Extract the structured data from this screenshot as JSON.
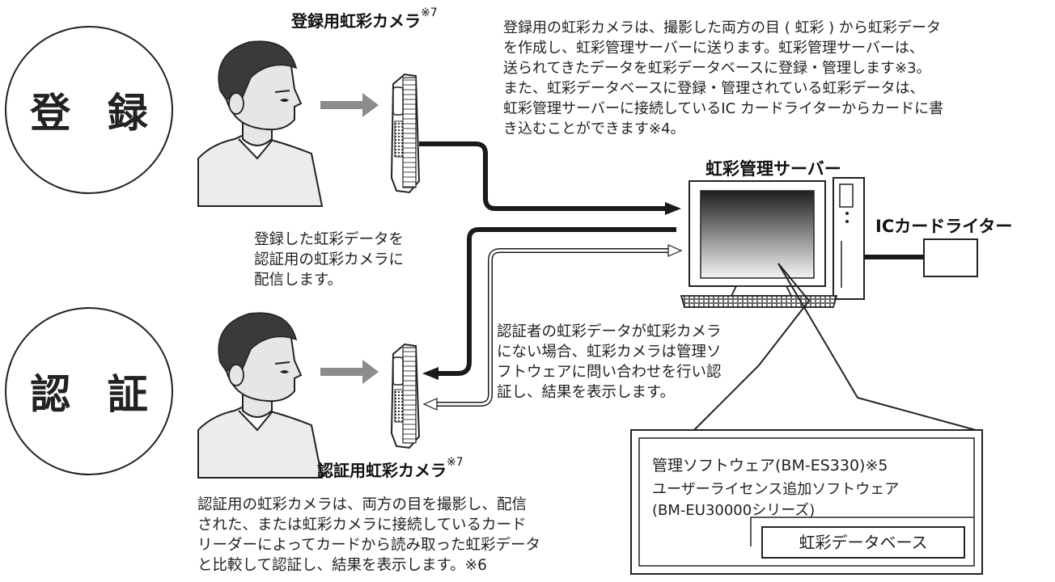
{
  "registration": {
    "circle_label": "登 録",
    "camera_title": "登録用虹彩カメラ",
    "camera_note": "※7",
    "description_lines": [
      "登録用の虹彩カメラは、撮影した両方の目 ( 虹彩 ) から虹彩データ",
      "を作成し、虹彩管理サーバーに送ります。虹彩管理サーバーは、",
      "送られてきたデータを虹彩データベースに登録・管理します※3。",
      "また、虹彩データベースに登録・管理されている虹彩データは、",
      "虹彩管理サーバーに接続しているIC カードライターからカードに書",
      "き込むことができます※4。"
    ]
  },
  "server": {
    "title": "虹彩管理サーバー"
  },
  "card_writer": {
    "title": "ICカードライター"
  },
  "distribution_note_lines": [
    "登録した虹彩データを",
    "認証用の虹彩カメラに",
    "配信します。"
  ],
  "inquiry_note_lines": [
    "認証者の虹彩データが虹彩カメラ",
    "にない場合、虹彩カメラは管理ソ",
    "フトウェアに問い合わせを行い認",
    "証し、結果を表示します。"
  ],
  "authentication": {
    "circle_label": "認 証",
    "camera_title": "認証用虹彩カメラ",
    "camera_note": "※7",
    "description_lines": [
      "認証用の虹彩カメラは、両方の目を撮影し、配信",
      "された、または虹彩カメラに接続しているカード",
      "リーダーによってカードから読み取った虹彩データ",
      "と比較して認証し、結果を表示します。※6"
    ]
  },
  "software_box": {
    "line1": "管理ソフトウェア(BM-ES330)※5",
    "line2": "ユーザーライセンス追加ソフトウェア",
    "line3": "(BM-EU30000シリーズ)",
    "database_label": "虹彩データベース"
  },
  "colors": {
    "line": "#1a1a1a",
    "arrow_gray": "#8c8c8c",
    "skin": "#e6e6e6",
    "hair": "#3a3a3a"
  }
}
